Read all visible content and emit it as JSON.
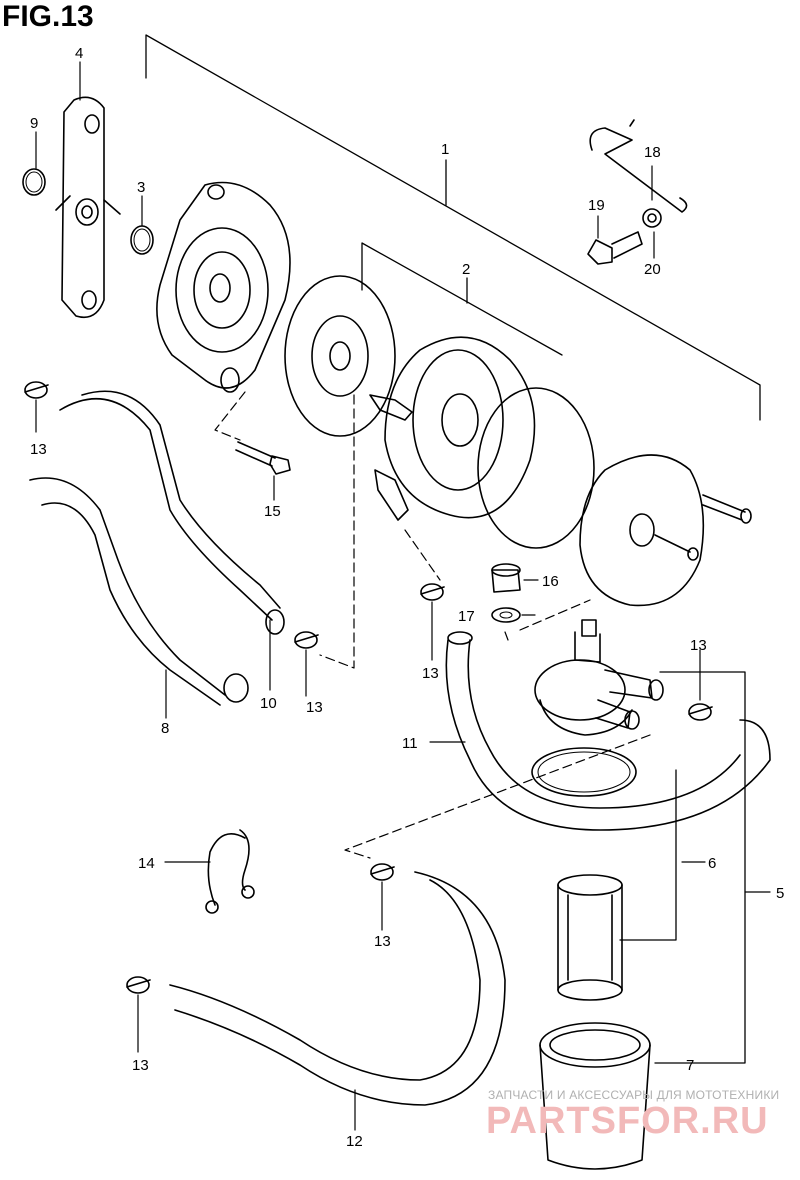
{
  "figure": {
    "title": "FIG.13"
  },
  "callouts": [
    {
      "id": "1",
      "text": "1"
    },
    {
      "id": "2",
      "text": "2"
    },
    {
      "id": "3",
      "text": "3"
    },
    {
      "id": "4",
      "text": "4"
    },
    {
      "id": "5",
      "text": "5"
    },
    {
      "id": "6",
      "text": "6"
    },
    {
      "id": "7",
      "text": "7"
    },
    {
      "id": "8",
      "text": "8"
    },
    {
      "id": "9",
      "text": "9"
    },
    {
      "id": "10",
      "text": "10"
    },
    {
      "id": "11",
      "text": "11"
    },
    {
      "id": "12",
      "text": "12"
    },
    {
      "id": "13a",
      "text": "13"
    },
    {
      "id": "13b",
      "text": "13"
    },
    {
      "id": "13c",
      "text": "13"
    },
    {
      "id": "13d",
      "text": "13"
    },
    {
      "id": "13e",
      "text": "13"
    },
    {
      "id": "13f",
      "text": "13"
    },
    {
      "id": "14",
      "text": "14"
    },
    {
      "id": "15",
      "text": "15"
    },
    {
      "id": "16",
      "text": "16"
    },
    {
      "id": "17",
      "text": "17"
    },
    {
      "id": "18",
      "text": "18"
    },
    {
      "id": "19",
      "text": "19"
    },
    {
      "id": "20",
      "text": "20"
    }
  ],
  "watermark": {
    "tagline": "ЗАПЧАСТИ И АКСЕССУАРЫ ДЛЯ МОТОТЕХНИКИ",
    "brand": "PARTSFOR.RU"
  },
  "colors": {
    "line": "#000000",
    "watermark": "#f2b9b9"
  }
}
